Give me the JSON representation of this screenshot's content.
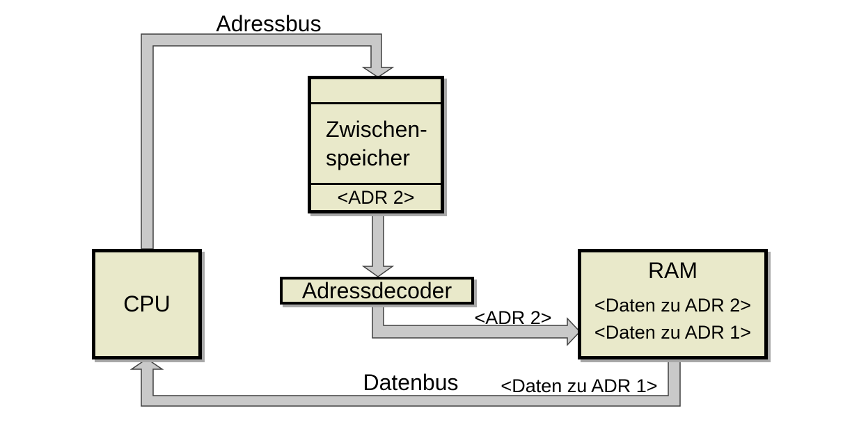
{
  "colors": {
    "node_fill": "#e9e9ca",
    "node_border": "#000000",
    "bus_fill": "#c9c9c9",
    "bus_stroke": "#404040",
    "shadow": "#a8a8a8"
  },
  "nodes": {
    "cpu": {
      "label": "CPU"
    },
    "buffer": {
      "title_line1": "Zwischen-",
      "title_line2": "speicher",
      "slot": "<ADR 2>"
    },
    "decoder": {
      "label": "Adressdecoder"
    },
    "ram": {
      "label": "RAM",
      "row1": "<Daten zu ADR 2>",
      "row2": "<Daten zu ADR 1>"
    }
  },
  "buses": {
    "addressbus": {
      "label": "Adressbus"
    },
    "databus": {
      "label": "Datenbus",
      "data_label": "<Daten zu ADR 1>"
    },
    "decoder_to_ram": {
      "label": "<ADR 2>"
    }
  }
}
